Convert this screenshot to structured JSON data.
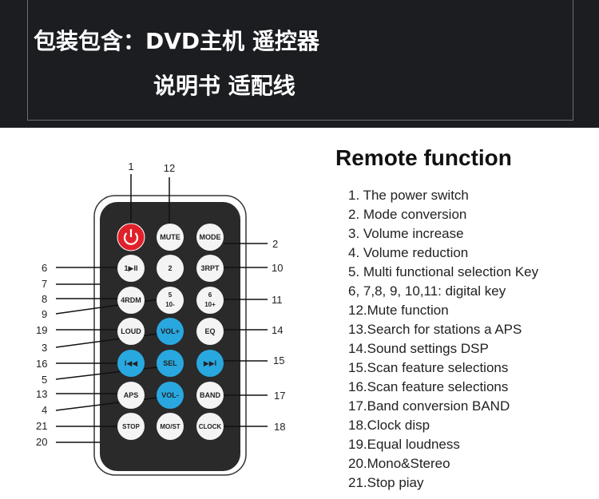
{
  "banner": {
    "line1": "包装包含：DVD主机 遥控器",
    "line2": "说明书  适配线"
  },
  "functions": {
    "title": "Remote function",
    "items": [
      "1. The power switch",
      "2. Mode conversion",
      "3. Volume increase",
      "4. Volume reduction",
      "5. Multi functional selection Key",
      "6, 7,8, 9, 10,11: digital key",
      "12.Mute function",
      "13.Search for stations a APS",
      "14.Sound settings DSP",
      "15.Scan feature selections",
      "16.Scan feature selections",
      "17.Band conversion BAND",
      "18.Clock disp",
      "19.Equal loudness",
      "20.Mono&Stereo",
      "21.Stop piay"
    ]
  },
  "remote": {
    "buttons": {
      "mute": "MUTE",
      "mode": "MODE",
      "k1": "1▶II",
      "k2": "2",
      "k3": "3RPT",
      "k4": "4RDM",
      "k5a": "5",
      "k5b": "10-",
      "k6a": "6",
      "k6b": "10+",
      "loud": "LOUD",
      "volup": "VOL+",
      "eq": "EQ",
      "prev": "I◀◀",
      "sel": "SEL",
      "next": "▶▶I",
      "aps": "APS",
      "voldn": "VOL-",
      "band": "BAND",
      "stop": "STOP",
      "most": "MO/ST",
      "clock": "CLOCK"
    },
    "callouts": {
      "c1": "1",
      "c12": "12",
      "c2": "2",
      "c6": "6",
      "c7": "7",
      "c8": "8",
      "c9": "9",
      "c19": "19",
      "c3": "3",
      "c16": "16",
      "c5": "5",
      "c13": "13",
      "c4": "4",
      "c21": "21",
      "c20": "20",
      "c10": "10",
      "c11": "11",
      "c14": "14",
      "c15": "15",
      "c17": "17",
      "c18": "18"
    },
    "colors": {
      "body": "#2a2a2a",
      "power": "#e0202a",
      "blue": "#29a8e0",
      "white_button": "#f4f4f4"
    }
  }
}
